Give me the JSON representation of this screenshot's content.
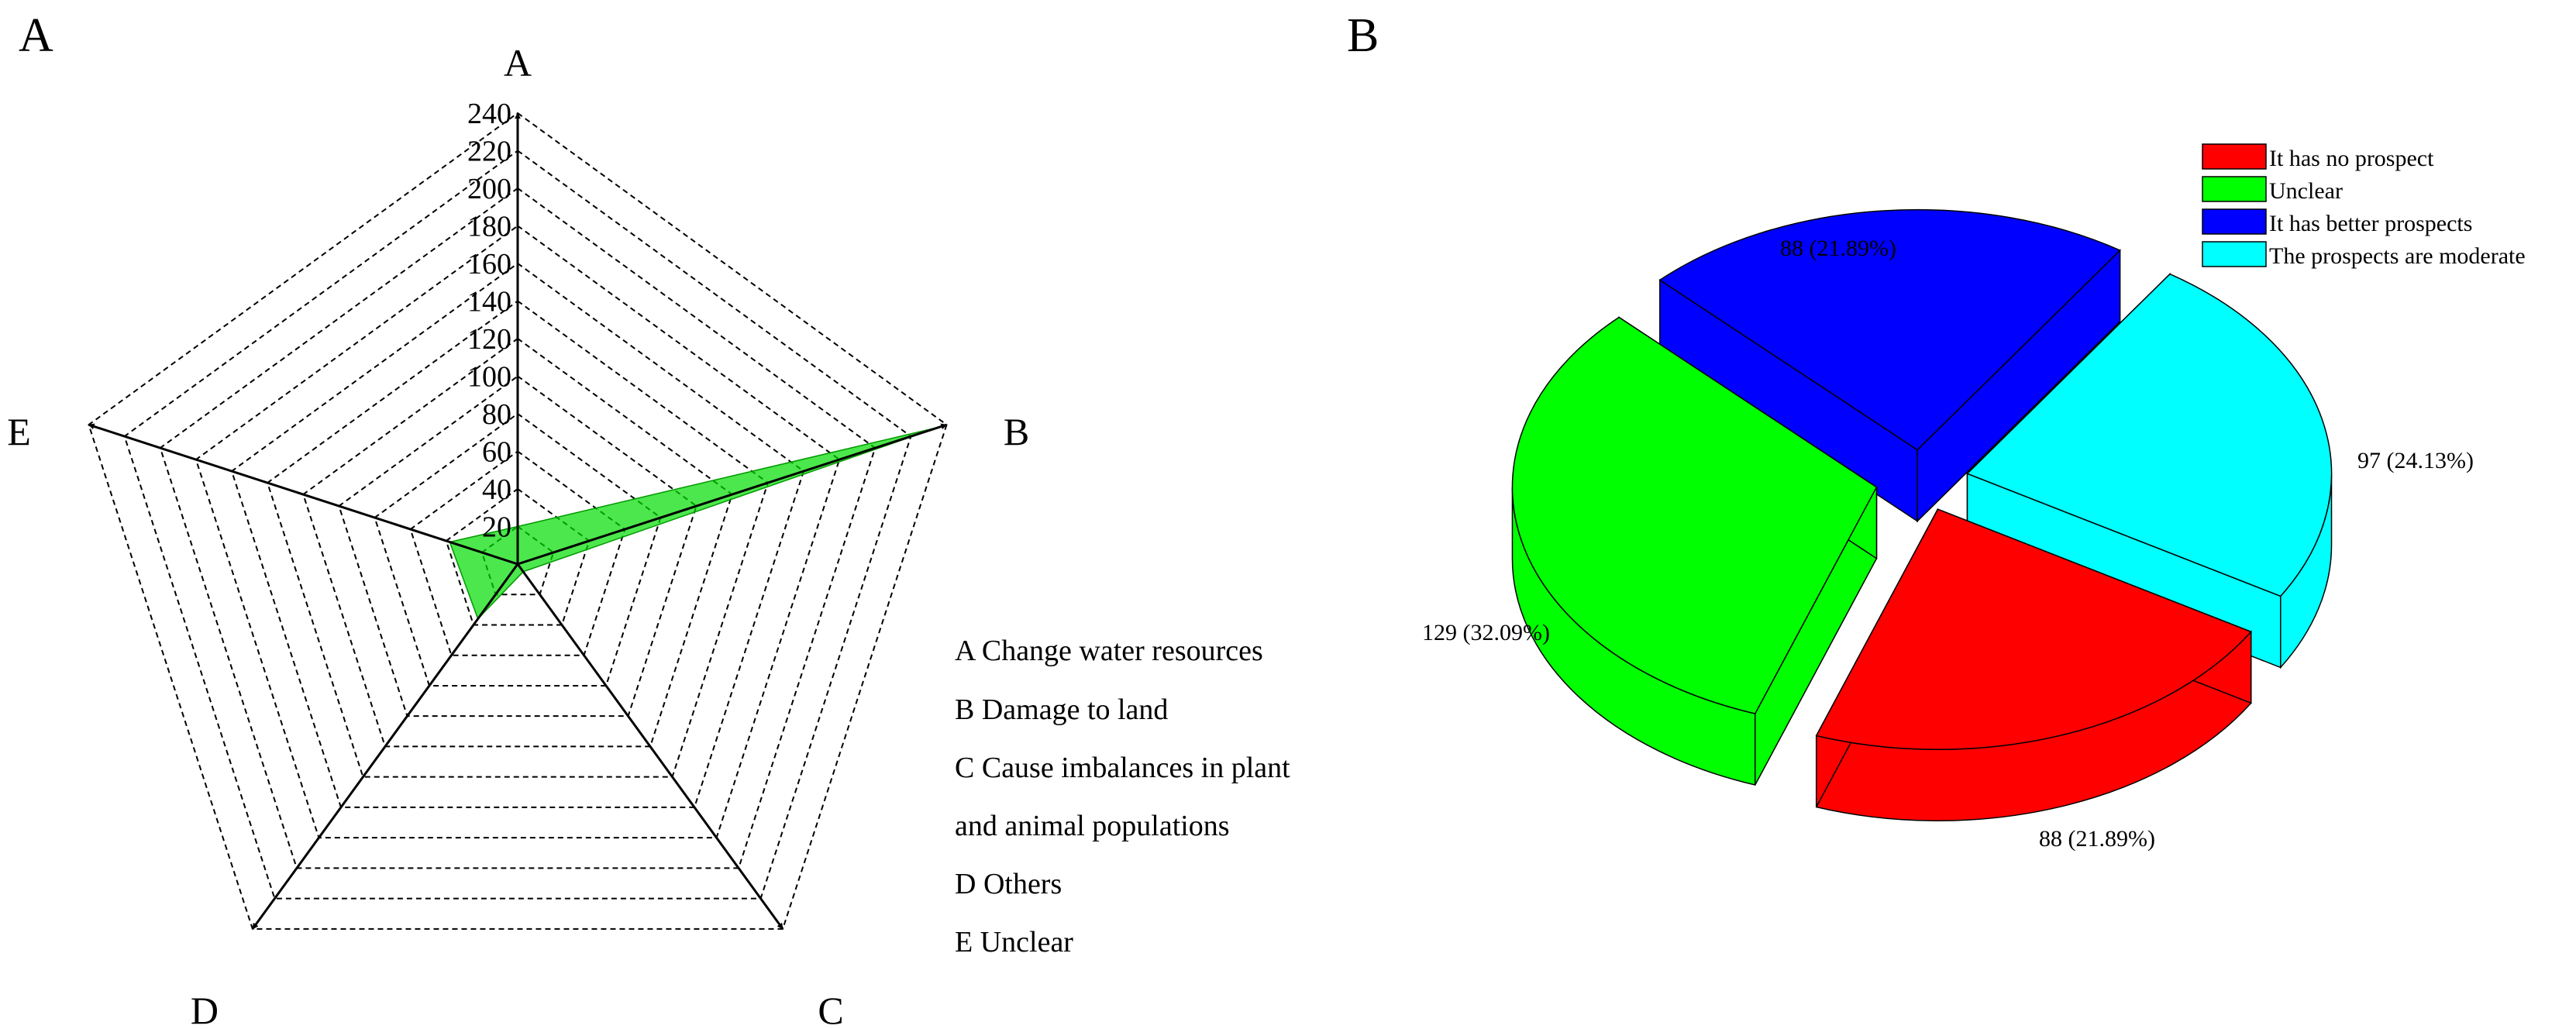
{
  "panels": {
    "left_letter": "A",
    "right_letter": "B"
  },
  "chart_data": [
    {
      "type": "radar",
      "axes": [
        "A",
        "B",
        "C",
        "D",
        "E"
      ],
      "radial_ticks": [
        20,
        40,
        60,
        80,
        100,
        120,
        140,
        160,
        180,
        200,
        220,
        240
      ],
      "rlim": [
        0,
        240
      ],
      "values": [
        20,
        236,
        5,
        36,
        38
      ],
      "fill_color": "#00dd00",
      "grid": "dashed",
      "descriptions": [
        "A   Change water resources",
        "B   Damage to land",
        "C   Cause imbalances in plant",
        "and animal populations",
        "D   Others",
        "E   Unclear"
      ]
    },
    {
      "type": "pie",
      "style": "3d-exploded",
      "categories": [
        "It has no prospect",
        "Unclear",
        "It  has better prospects",
        "The prospects are moderate"
      ],
      "values": [
        88,
        129,
        88,
        97
      ],
      "labels": [
        "88 (21.89%)",
        "129 (32.09%)",
        "88 (21.89%)",
        "97 (24.13%)"
      ],
      "colors": [
        "#ff0000",
        "#00ff00",
        "#0000ff",
        "#00ffff"
      ],
      "legend_position": "top-right"
    }
  ]
}
